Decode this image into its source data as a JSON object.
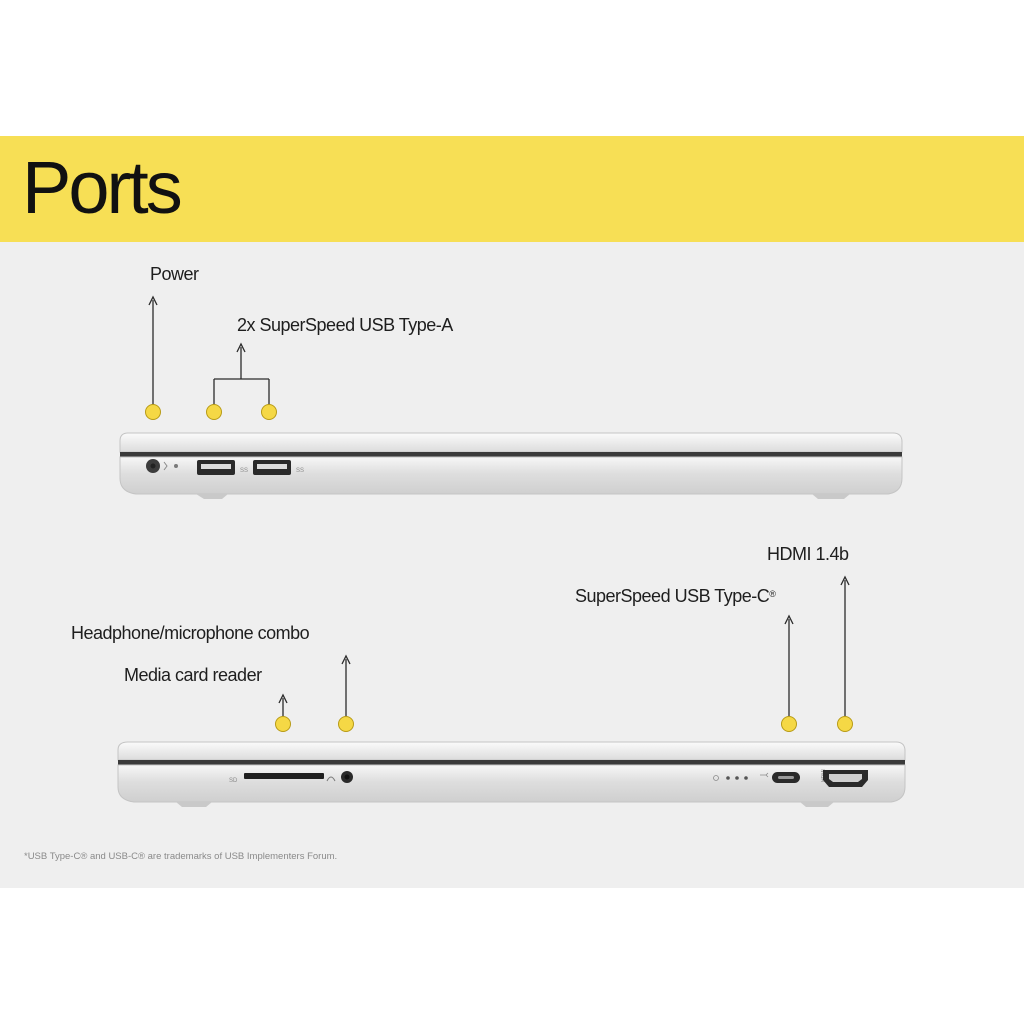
{
  "title": "Ports",
  "labels": {
    "power": "Power",
    "usb_a": "2x SuperSpeed USB Type-A",
    "hdmi": "HDMI 1.4b",
    "usb_c": "SuperSpeed USB Type-C",
    "usb_c_mark": "®",
    "headphone": "Headphone/microphone combo",
    "card_reader": "Media card reader"
  },
  "port_markings": {
    "sd": "SD"
  },
  "footnote": "*USB Type-C® and USB-C® are trademarks of USB Implementers Forum.",
  "colors": {
    "banner": "#f7df55",
    "panel": "#efefef",
    "marker": "#f5d845",
    "laptop_body": "#dcdcdc"
  }
}
